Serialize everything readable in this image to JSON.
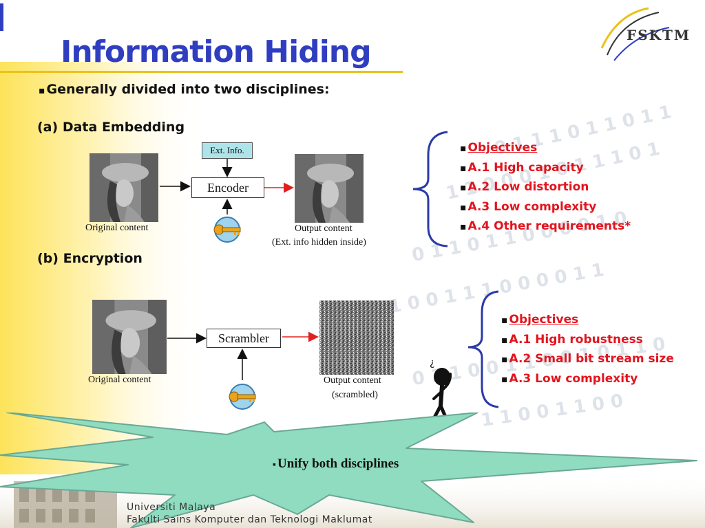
{
  "title": "Information Hiding",
  "logo_text": "FSKTM",
  "intro": "Generally divided into two disciplines:",
  "section_a": {
    "marker": "(a)",
    "label": "Data Embedding",
    "ext_info": "Ext. Info.",
    "processor": "Encoder",
    "input_caption": "Original content",
    "output_caption_1": "Output content",
    "output_caption_2": "(Ext. info hidden inside)",
    "objectives": {
      "heading": "Objectives",
      "items": [
        "A.1 High capacity",
        "A.2 Low distortion",
        "A.3 Low complexity",
        "A.4 Other requirements*"
      ]
    }
  },
  "section_b": {
    "marker": "(b)",
    "label": "Encryption",
    "processor": "Scrambler",
    "input_caption": "Original content",
    "output_caption_1": "Output content",
    "output_caption_2": "(scrambled)",
    "objectives": {
      "heading": "Objectives",
      "items": [
        "A.1 High robustness",
        "A.2 Small bit stream size",
        "A.3 Low complexity"
      ]
    }
  },
  "callout": "Unify both disciplines",
  "footer": {
    "line1": "Universiti Malaya",
    "line2": "Fakulti Sains Komputer dan Teknologi Maklumat"
  },
  "colors": {
    "title": "#2f3ec0",
    "objective_text": "#e2141e",
    "bracket": "#2a3aa8",
    "arrow_red": "#e02020",
    "callout_fill": "#8fdcc0"
  }
}
